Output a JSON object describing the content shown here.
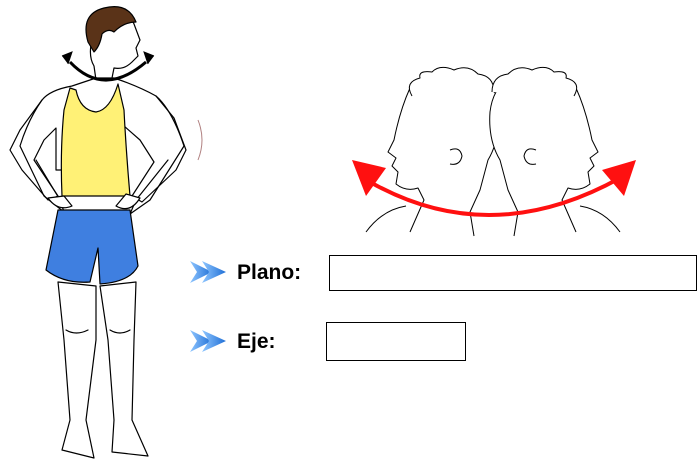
{
  "exercise": {
    "plane_label": "Plano:",
    "axis_label": "Eje:",
    "plane_answer": "",
    "axis_answer": ""
  },
  "icons": {
    "bullet": "blue-arrow-bullet",
    "movement": "neck-rotation-arrows"
  },
  "colors": {
    "bullet": "#3a8ee6",
    "shirt": "#fff176",
    "shorts": "#3f7fe0",
    "rotation_arrow": "#ff1010",
    "figure_arrow": "#000000",
    "skin": "#ffffff",
    "hair": "#5a3318"
  }
}
